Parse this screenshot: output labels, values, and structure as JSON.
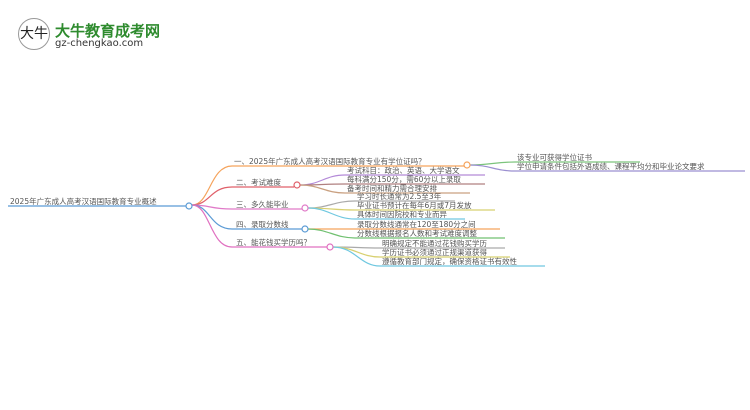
{
  "logo": {
    "mark": "大牛",
    "brand": "大牛教育成考网",
    "url": "gz-chengkao.com"
  },
  "root": "2025年广东成人高考汉语国际教育专业概述",
  "branches": [
    {
      "label": "一、2025年广东成人高考汉语国际教育专业有学位证吗？",
      "color": "#f5a35c",
      "leaves": [
        "该专业可获得学位证书",
        "学位申请条件包括外语成绩、课程平均分和毕业论文要求"
      ]
    },
    {
      "label": "二、考试难度",
      "color": "#e0606a",
      "leaves": [
        "考试科目：政治、英语、大学语文",
        "每科满分150分，需60分以上录取",
        "备考时间和精力需合理安排"
      ]
    },
    {
      "label": "三、多久能毕业",
      "color": "#e07ac8",
      "leaves": [
        "学习时长通常为2.5至3年",
        "毕业证书预计在每年6月或7月发放",
        "具体时间因院校和专业而异"
      ]
    },
    {
      "label": "四、录取分数线",
      "color": "#5b9bd5",
      "leaves": [
        "录取分数线通常在120至180分之间",
        "分数线根据报名人数和考试难度调整"
      ]
    },
    {
      "label": "五、能花钱买学历吗？",
      "color": "#e070c0",
      "leaves": [
        "明确规定不能通过花钱购买学历",
        "学历证书必须通过正规渠道获得",
        "遵循教育部门规定，确保资格证书有效性"
      ]
    }
  ]
}
